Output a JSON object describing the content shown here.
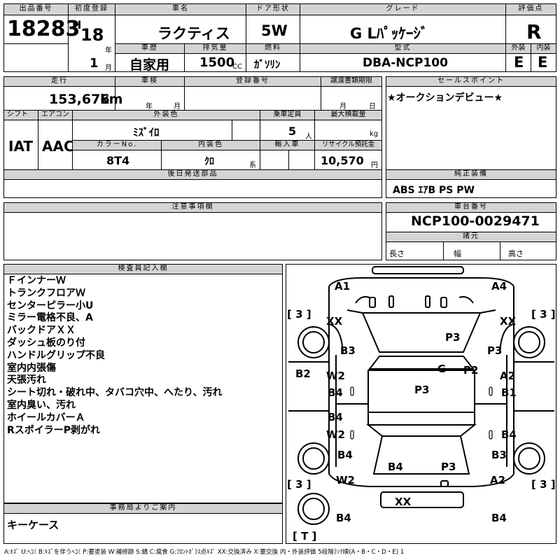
{
  "header": {
    "lot_no_label": "出品番号",
    "lot_no": "18283",
    "first_reg_label": "初度登録",
    "era": "H",
    "year": "18",
    "year_unit": "年",
    "month": "1",
    "month_unit": "月",
    "car_name_label": "車名",
    "car_name": "ラクティス",
    "door_label": "ドア形状",
    "door": "5W",
    "grade_label": "グレード",
    "grade": "G Lﾊﾟｯｹｰｼﾞ",
    "score_label": "評価点",
    "score": "R",
    "history_label": "車歴",
    "history": "自家用",
    "displacement_label": "排気量",
    "displacement": "1500",
    "displacement_unit": "CC",
    "fuel_label": "燃料",
    "fuel": "ｶﾞｿﾘﾝ",
    "model_label": "型式",
    "model": "DBA-NCP100",
    "ext_label": "外装",
    "ext": "E",
    "int_label": "内装",
    "int": "E"
  },
  "row2": {
    "mileage_label": "走行",
    "mileage": "153,676",
    "mileage_unit": "km",
    "inspection_label": "車検",
    "insp_year_unit": "年",
    "insp_month_unit": "月",
    "reg_no_label": "登録番号",
    "transfer_label": "譲渡書類期限",
    "transfer_month_unit": "月",
    "transfer_day_unit": "日",
    "shift_label": "シフト",
    "shift": "IAT",
    "ac_label": "エアコン",
    "ac": "AAC",
    "color_label": "外装色",
    "color": "ﾐｽﾞｲﾛ",
    "capacity_label": "乗車定員",
    "capacity": "5",
    "capacity_unit": "人",
    "load_label": "最大積載量",
    "load_unit": "kg",
    "color_no_label": "カラーNo.",
    "color_no": "8T4",
    "int_color_label": "内装色",
    "int_color": "ｸﾛ",
    "int_color_unit": "系",
    "import_label": "輸入車",
    "recycle_label": "リサイクル預託金",
    "recycle": "10,570",
    "recycle_unit": "円",
    "later_label": "後日発送部品",
    "sales_label": "セールスポイント",
    "sales_point": "★オークションデビュー★",
    "equip_label": "純正装備",
    "equipment": "ABS ｴｱB PS PW"
  },
  "notes": {
    "label": "注意事項欄"
  },
  "chassis": {
    "label": "車台番号",
    "value": "NCP100-0029471",
    "dims_label": "諸元",
    "length_label": "長さ",
    "width_label": "幅",
    "height_label": "高さ"
  },
  "inspector": {
    "label": "検査員記入欄",
    "lines": [
      "ＦインナーＷ",
      "トランクフロアＷ",
      "センターピラー小U",
      "ミラー電格不良、A",
      "バックドアＸＸ",
      "ダッシュ板のり付",
      "ハンドルグリップ不良",
      "室内内張傷",
      "天張汚れ",
      "シート切れ・破れ中、タバコ穴中、へたり、汚れ",
      "室内臭い、汚れ",
      "ホイールカバーＡ",
      "RスポイラーP剥がれ"
    ]
  },
  "office": {
    "label": "事務局よりご案内",
    "text": "キーケース"
  },
  "diagram": {
    "marks": {
      "a1": "A1",
      "a4": "A4",
      "tl3": "[ 3 ]",
      "tr3": "[ 3 ]",
      "lxx": "XX",
      "rxx": "XX",
      "p3_hood": "P3",
      "b3_l": "B3",
      "p3_r": "P3",
      "b2": "B2",
      "g": "G",
      "p2": "P2",
      "w2_l": "W2",
      "a2_r": "A2",
      "b4_l": "B4",
      "p3_roof": "P3",
      "b1": "B1",
      "b4_l2": "B4",
      "w2_l2": "W2",
      "b4_r": "B4",
      "b4_lw": "B4",
      "b3_r": "B3",
      "b4_t": "B4",
      "p3_t": "P3",
      "w2_lr": "W2",
      "a2_rr": "A2",
      "bl3": "[ 3 ]",
      "br3": "[ 3 ]",
      "xx_b": "XX",
      "b4_bl": "B4",
      "b4_br": "B4",
      "t": "[ T ]"
    }
  },
  "legend": "A:ｷｽﾞ U:ﾍｺﾐ B:ｷｽﾞを伴うﾍｺﾐ P:要塗装 W:補修跡 S:錆 C:腐食 G:ﾌﾛﾝﾄｶﾞﾗｽ点ｷｽﾞ XX:交換済み X:要交換 内・外装評価 5段階ﾗﾝｸ順(A・B・C・D・E) 1"
}
